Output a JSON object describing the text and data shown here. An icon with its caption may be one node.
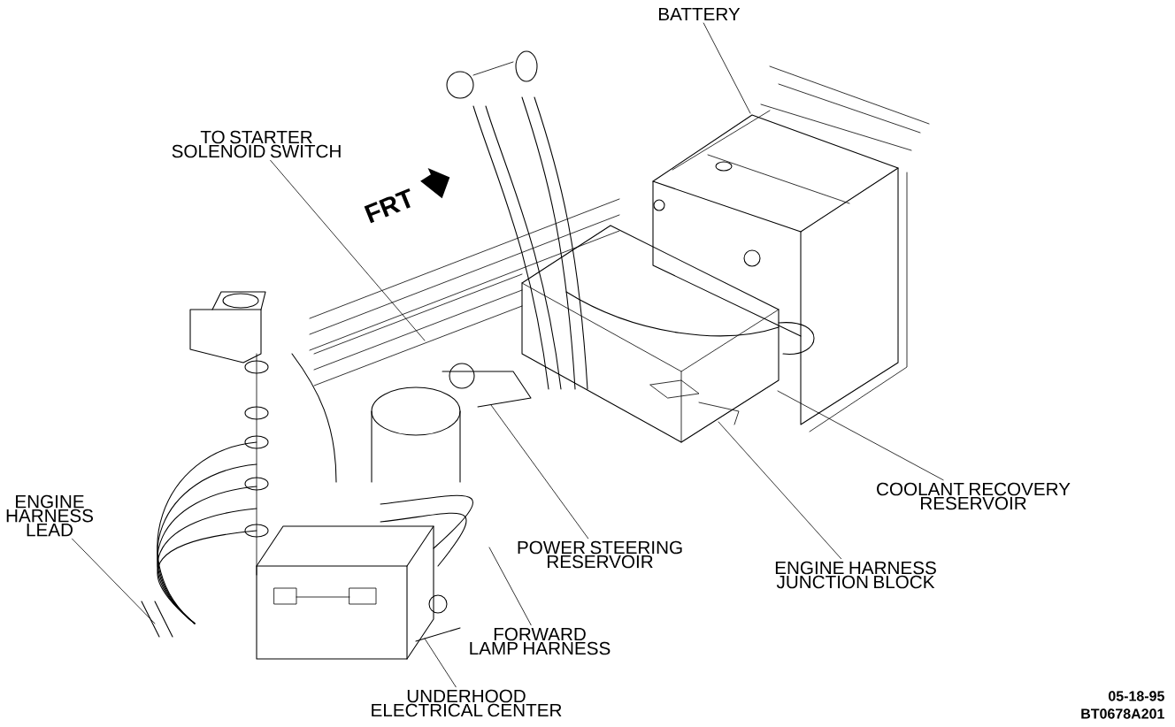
{
  "diagram": {
    "nodes": [
      {
        "text": [
          "BATTERY"
        ]
      },
      {
        "text": [
          "TO STARTER SOLENOID SWITCH"
        ]
      },
      {
        "text": [
          "ENGINE HARNESS LEAD"
        ]
      },
      {
        "text": [
          "POWER STEERING RESERVOIR"
        ]
      },
      {
        "text": [
          "FORWARD LAMP HARNESS"
        ]
      },
      {
        "text": [
          "UNDERHOOD ELECTRICAL CENTER"
        ]
      },
      {
        "text": [
          "ENGINE HARNESS JUNCTION BLOCK"
        ]
      },
      {
        "text": [
          "COOLANT RECOVERY RESERVOIR"
        ]
      }
    ],
    "edges": [
      {
        "from": 0,
        "to": null,
        "arrow": "none"
      },
      {
        "from": 1,
        "to": null,
        "arrow": "none"
      },
      {
        "from": 2,
        "to": null,
        "arrow": "none"
      },
      {
        "from": 3,
        "to": null,
        "arrow": "none"
      },
      {
        "from": 4,
        "to": null,
        "arrow": "none"
      },
      {
        "from": 5,
        "to": null,
        "arrow": "none"
      },
      {
        "from": 6,
        "to": null,
        "arrow": "none"
      },
      {
        "from": 7,
        "to": null,
        "arrow": "none"
      }
    ],
    "labels": [
      "FRT",
      "05-18-95",
      "BT0678A201"
    ]
  }
}
